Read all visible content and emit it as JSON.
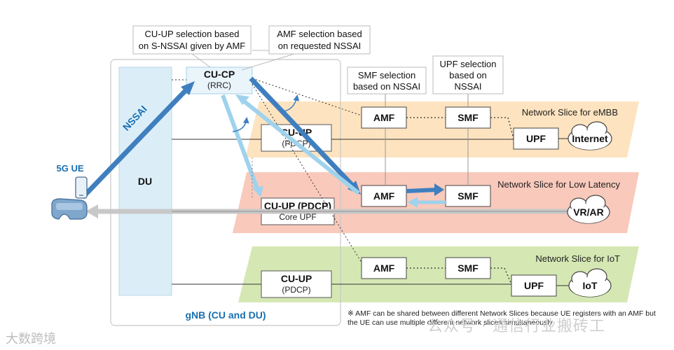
{
  "callouts": {
    "cu_up_selection": [
      "CU-UP selection based",
      "on S-NSSAI given by AMF"
    ],
    "amf_selection": [
      "AMF selection based",
      "on requested NSSAI"
    ],
    "smf_selection": [
      "SMF selection",
      "based on NSSAI"
    ],
    "upf_selection": [
      "UPF selection",
      "based on",
      "NSSAI"
    ]
  },
  "nodes": {
    "cu_cp": "CU-CP",
    "cu_cp_sub": "(RRC)",
    "du": "DU",
    "ue_label": "5G UE",
    "nssai": "NSSAI",
    "cu_up_top": "CU-UP",
    "cu_up_top_sub": "(PDCP)",
    "cu_up_mid": "CU-UP (PDCP)",
    "cu_up_mid_sub": "Core UPF",
    "cu_up_bottom": "CU-UP",
    "cu_up_bottom_sub": "(PDCP)",
    "amf_embb": "AMF",
    "smf_embb": "SMF",
    "upf_embb": "UPF",
    "internet": "Internet",
    "amf_ll": "AMF",
    "smf_ll": "SMF",
    "vr_ar": "VR/AR",
    "amf_iot": "AMF",
    "smf_iot": "SMF",
    "upf_iot": "UPF",
    "iot": "IoT",
    "gnb": "gNB (CU and DU)"
  },
  "slices": {
    "embb": "Network Slice for eMBB",
    "low_latency": "Network Slice for Low Latency",
    "iot": "Network Slice for IoT"
  },
  "note": "※ AMF can be shared between different Network Slices because UE registers with an AMF but the UE can use multiple different network slices simultaneously",
  "watermarks": {
    "left": "大数跨境",
    "right": "公众号 · 通信行业搬砖工"
  },
  "colors": {
    "embb_band": "#fde3bf",
    "low_latency_band": "#f9c9bb",
    "iot_band": "#d5e8b3",
    "du_fill": "#dbeef8",
    "arrow_dark": "#3f7fbf",
    "arrow_light": "#9fd2ec",
    "gnb_label": "#1a6fb0"
  }
}
